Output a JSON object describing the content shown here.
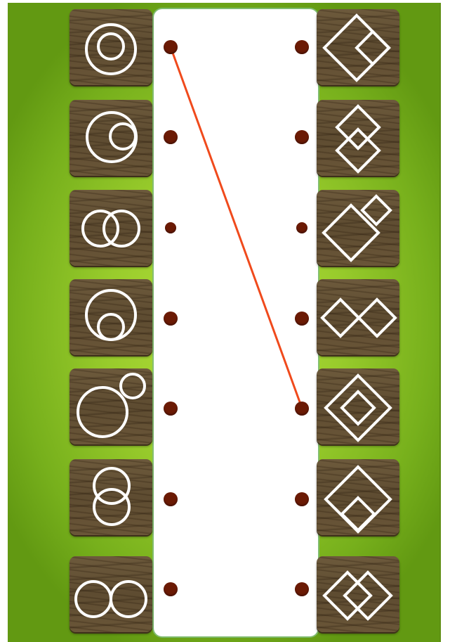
{
  "colors": {
    "background": "#99cc2c",
    "panel": "#ffffff",
    "tile_wood": "#5e4c31",
    "dot": "#6b1a04",
    "connection_line": "#f04a1c"
  },
  "left_column": [
    {
      "id": "l1",
      "shape": "circle-concentric-icon"
    },
    {
      "id": "l2",
      "shape": "circle-inner-offset-right-icon"
    },
    {
      "id": "l3",
      "shape": "circles-overlap-horizontal-icon"
    },
    {
      "id": "l4",
      "shape": "circle-inner-bottom-icon"
    },
    {
      "id": "l5",
      "shape": "circles-touching-diagonal-icon"
    },
    {
      "id": "l6",
      "shape": "circles-overlap-vertical-icon"
    },
    {
      "id": "l7",
      "shape": "circles-side-by-side-icon"
    }
  ],
  "right_column": [
    {
      "id": "r1",
      "shape": "diamond-inner-right-icon"
    },
    {
      "id": "r2",
      "shape": "diamonds-overlap-vertical-icon"
    },
    {
      "id": "r3",
      "shape": "diamonds-diagonal-small-icon"
    },
    {
      "id": "r4",
      "shape": "diamonds-side-by-side-icon"
    },
    {
      "id": "r5",
      "shape": "diamond-concentric-icon"
    },
    {
      "id": "r6",
      "shape": "diamond-inner-bottom-icon"
    },
    {
      "id": "r7",
      "shape": "diamonds-overlap-horizontal-icon"
    }
  ],
  "connections": [
    {
      "from_row": 1,
      "to_row": 5
    }
  ]
}
